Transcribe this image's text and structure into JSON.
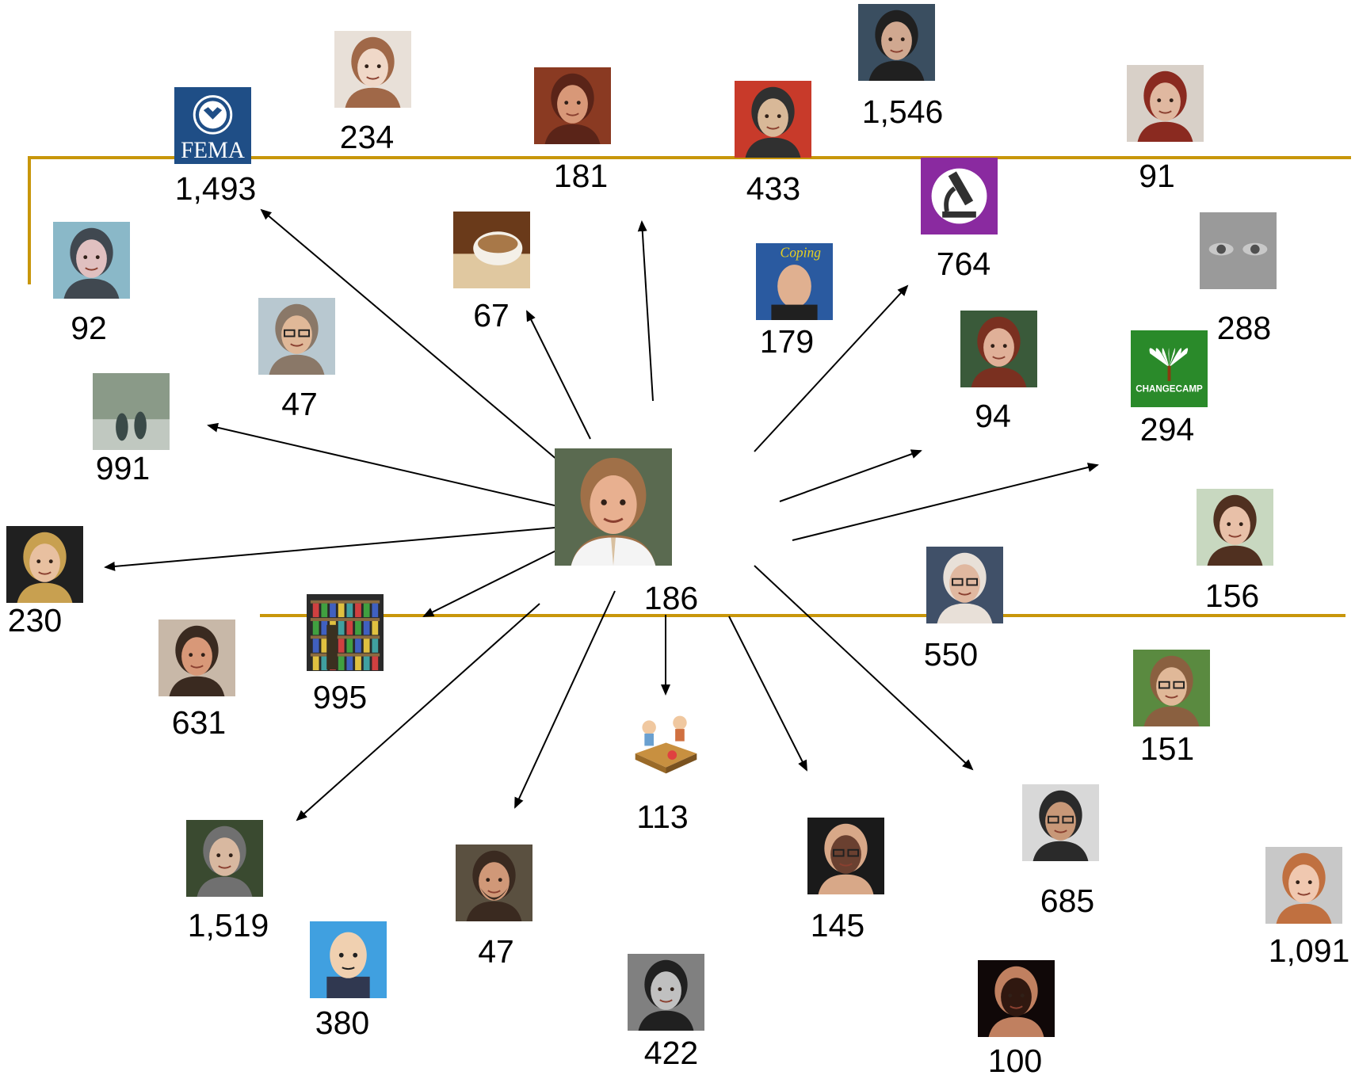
{
  "diagram": {
    "center": {
      "id": "center",
      "label": "186",
      "icon": "man-white-shirt-portrait"
    },
    "nodes": [
      {
        "id": "fema",
        "label": "1,493",
        "icon": "fema-logo",
        "text": "FEMA",
        "palette": [
          "#1f4e86",
          "#ffffff"
        ]
      },
      {
        "id": "n234",
        "label": "234",
        "icon": "woman-portrait",
        "palette": [
          "#e8e0d8",
          "#a06848",
          "#f0d8c8"
        ]
      },
      {
        "id": "n181",
        "label": "181",
        "icon": "woman-portrait",
        "palette": [
          "#8a3a22",
          "#5a2418",
          "#d89878"
        ]
      },
      {
        "id": "n433",
        "label": "433",
        "icon": "two-men-portrait",
        "palette": [
          "#c83a2a",
          "#303030",
          "#d8b898"
        ]
      },
      {
        "id": "n1546",
        "label": "1,546",
        "icon": "woman-portrait",
        "palette": [
          "#3a4e60",
          "#202020",
          "#d0a890"
        ]
      },
      {
        "id": "n91",
        "label": "91",
        "icon": "woman-portrait",
        "palette": [
          "#d8d0c8",
          "#8a2a20",
          "#e0b8a0"
        ]
      },
      {
        "id": "n92",
        "label": "92",
        "icon": "man-portrait",
        "palette": [
          "#8ab8c8",
          "#404850",
          "#e0c0c0"
        ]
      },
      {
        "id": "n47a",
        "label": "47",
        "icon": "man-glasses-portrait",
        "palette": [
          "#b8c8d0",
          "#8a7868",
          "#e0b898"
        ]
      },
      {
        "id": "n67",
        "label": "67",
        "icon": "coffee-cup-icon",
        "palette": [
          "#6a3a1a",
          "#e0c8a0",
          "#f4f0e8"
        ]
      },
      {
        "id": "n179",
        "label": "179",
        "icon": "magazine-cover",
        "text": "Coping",
        "palette": [
          "#2a5aa0",
          "#e8d020",
          "#e0b090"
        ]
      },
      {
        "id": "n764",
        "label": "764",
        "icon": "microscope-icon",
        "palette": [
          "#8a2aa0",
          "#ffffff",
          "#303030"
        ]
      },
      {
        "id": "n288",
        "label": "288",
        "icon": "eyes-closeup",
        "palette": [
          "#9a9a9a",
          "#505050",
          "#c8c8c8"
        ]
      },
      {
        "id": "n991",
        "label": "991",
        "icon": "feet-in-water-photo",
        "palette": [
          "#8a9a88",
          "#3a4a48",
          "#c0c8c0"
        ]
      },
      {
        "id": "n94",
        "label": "94",
        "icon": "woman-portrait",
        "palette": [
          "#3a5a3a",
          "#7a3020",
          "#e0b098"
        ]
      },
      {
        "id": "n294",
        "label": "294",
        "icon": "changecamp-logo",
        "text": "CHANGECAMP",
        "palette": [
          "#2a8a2a",
          "#ffffff",
          "#8a3a10"
        ]
      },
      {
        "id": "n230",
        "label": "230",
        "icon": "woman-portrait",
        "palette": [
          "#202020",
          "#c8a050",
          "#e8c0a0"
        ]
      },
      {
        "id": "n156",
        "label": "156",
        "icon": "woman-portrait",
        "palette": [
          "#c8d8c0",
          "#503020",
          "#e8c0a8"
        ]
      },
      {
        "id": "n550",
        "label": "550",
        "icon": "woman-glasses-portrait",
        "palette": [
          "#405068",
          "#e8e0d8",
          "#e0b8a0"
        ]
      },
      {
        "id": "n631",
        "label": "631",
        "icon": "man-portrait",
        "palette": [
          "#c8b8a8",
          "#3a2a20",
          "#d89878"
        ]
      },
      {
        "id": "n995",
        "label": "995",
        "icon": "bookshelf-photo",
        "palette": [
          "#2a2a2a",
          "#d04040",
          "#40a040"
        ]
      },
      {
        "id": "n113",
        "label": "113",
        "icon": "sandbox-icon",
        "palette": [
          "#ffffff",
          "#c89040",
          "#6aa0d0"
        ]
      },
      {
        "id": "n151",
        "label": "151",
        "icon": "woman-sunglasses-portrait",
        "palette": [
          "#5a8a40",
          "#8a6040",
          "#e0b898"
        ]
      },
      {
        "id": "n1519",
        "label": "1,519",
        "icon": "woman-portrait",
        "palette": [
          "#3a4a30",
          "#707070",
          "#d8b8a0"
        ]
      },
      {
        "id": "n47b",
        "label": "47",
        "icon": "man-beard-portrait",
        "palette": [
          "#5a5040",
          "#3a2a20",
          "#d09878"
        ]
      },
      {
        "id": "n145",
        "label": "145",
        "icon": "man-glasses-portrait",
        "palette": [
          "#1a1a1a",
          "#d8a888",
          "#6a4030"
        ]
      },
      {
        "id": "n685",
        "label": "685",
        "icon": "man-sunglasses-portrait",
        "palette": [
          "#d8d8d8",
          "#2a2a2a",
          "#c89878"
        ]
      },
      {
        "id": "n1091",
        "label": "1,091",
        "icon": "woman-portrait",
        "palette": [
          "#c8c8c8",
          "#c07040",
          "#f0c8b0"
        ]
      },
      {
        "id": "n380",
        "label": "380",
        "icon": "cartoon-avatar",
        "palette": [
          "#40a0e0",
          "#f0d0b0",
          "#303850"
        ]
      },
      {
        "id": "n422",
        "label": "422",
        "icon": "man-bw-photo",
        "palette": [
          "#808080",
          "#202020",
          "#c0c0c0"
        ]
      },
      {
        "id": "n100",
        "label": "100",
        "icon": "woman-dark-portrait",
        "palette": [
          "#100808",
          "#c08060",
          "#301810"
        ]
      }
    ],
    "edges": [
      {
        "from": "center",
        "to": "fema"
      },
      {
        "from": "center",
        "to": "n67"
      },
      {
        "from": "center",
        "to": "n181"
      },
      {
        "from": "center",
        "to": "n764"
      },
      {
        "from": "center",
        "to": "n94"
      },
      {
        "from": "center",
        "to": "n294"
      },
      {
        "from": "center",
        "to": "n991"
      },
      {
        "from": "center",
        "to": "n230"
      },
      {
        "from": "center",
        "to": "n995"
      },
      {
        "from": "center",
        "to": "n1519"
      },
      {
        "from": "center",
        "to": "n47b"
      },
      {
        "from": "center",
        "to": "n113"
      },
      {
        "from": "center",
        "to": "n145"
      },
      {
        "from": "center",
        "to": "n685"
      }
    ],
    "colors": {
      "tier_line": "#c8960a",
      "edge": "#000000",
      "label": "#000000"
    }
  }
}
